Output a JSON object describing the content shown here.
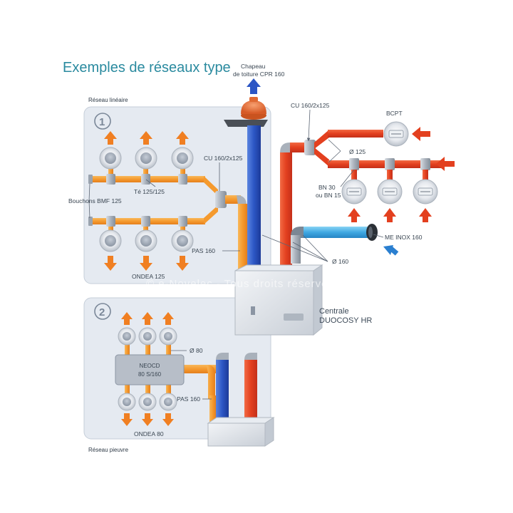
{
  "title": "Exemples de réseaux type",
  "sections": {
    "linear": "Réseau linéaire",
    "octopus": "Réseau pieuvre"
  },
  "section_numbers": [
    "1",
    "2"
  ],
  "labels": {
    "chapeau_line1": "Chapeau",
    "chapeau_line2": "de toiture CPR 160",
    "cu_right": "CU 160/2x125",
    "bcpt": "BCPT",
    "d125": "Ø 125",
    "bn_line1": "BN 30",
    "bn_line2": "ou BN 15",
    "me_inox": "ME INOX 160",
    "d160": "Ø 160",
    "centrale_line1": "Centrale",
    "centrale_line2": "DUOCOSY HR",
    "cu_left": "CU 160/2x125",
    "te": "Té 125/125",
    "bouchons": "Bouchons BMF 125",
    "pas160_top": "PAS 160",
    "ondea125": "ONDEA 125",
    "d80": "Ø 80",
    "neocd_line1": "NEOCD",
    "neocd_line2": "80 S/160",
    "pas160_bottom": "PAS 160",
    "ondea80": "ONDEA 80"
  },
  "watermark": "© e-Novelec - Tous droits réservés",
  "colors": {
    "title": "#2a8a9f",
    "extract_duct": "#e8482c",
    "supply_duct": "#f5a23a",
    "blue_duct": "#2c56c4",
    "panel": "#e5eaf1",
    "arrow": "#f07f22"
  }
}
